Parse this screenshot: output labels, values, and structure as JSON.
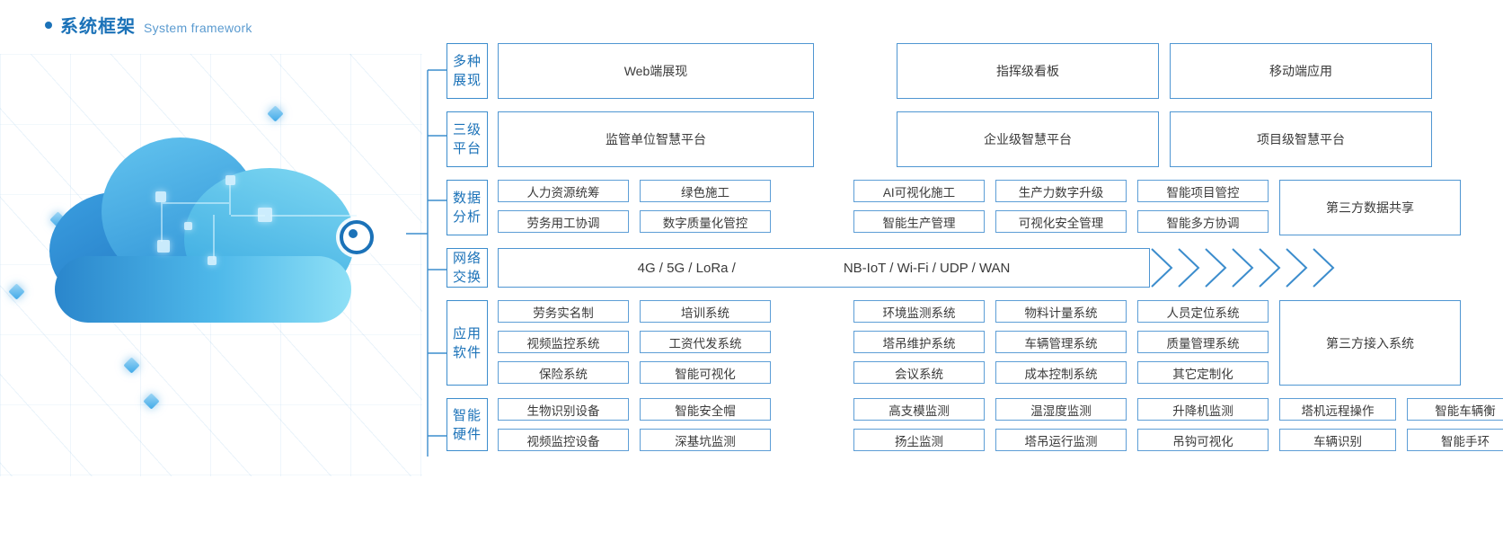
{
  "heading": {
    "title_cn": "系统框架",
    "title_en": "System framework",
    "accent": "#1b72b8"
  },
  "artwork": {
    "name": "cloud-network-illustration",
    "hub_color": "#1b72b8"
  },
  "rows": [
    {
      "key": "display",
      "category": [
        "多种",
        "展现"
      ],
      "boxes": [
        "Web端展现",
        "指挥级看板",
        "移动端应用"
      ]
    },
    {
      "key": "platform",
      "category": [
        "三级",
        "平台"
      ],
      "boxes": [
        "监管单位智慧平台",
        "企业级智慧平台",
        "项目级智慧平台"
      ]
    },
    {
      "key": "data",
      "category": [
        "数据",
        "分析"
      ],
      "left_grid": [
        [
          "人力资源统筹",
          "绿色施工"
        ],
        [
          "劳务用工协调",
          "数字质量化管控"
        ]
      ],
      "right_grid": [
        [
          "AI可视化施工",
          "生产力数字升级",
          "智能项目管控"
        ],
        [
          "智能生产管理",
          "可视化安全管理",
          "智能多方协调"
        ]
      ],
      "tail_box": "第三方数据共享"
    },
    {
      "key": "network",
      "category": [
        "网络",
        "交换"
      ],
      "segments": [
        "4G / 5G / LoRa /",
        "NB-IoT / Wi-Fi / UDP / WAN"
      ],
      "arrow_count": 7
    },
    {
      "key": "application",
      "category": [
        "应用",
        "软件"
      ],
      "left_grid": [
        [
          "劳务实名制",
          "培训系统"
        ],
        [
          "视频监控系统",
          "工资代发系统"
        ],
        [
          "保险系统",
          "智能可视化"
        ]
      ],
      "right_grid": [
        [
          "环境监测系统",
          "物料计量系统",
          "人员定位系统"
        ],
        [
          "塔吊维护系统",
          "车辆管理系统",
          "质量管理系统"
        ],
        [
          "会议系统",
          "成本控制系统",
          "其它定制化"
        ]
      ],
      "tail_box": "第三方接入系统"
    },
    {
      "key": "hardware",
      "category": [
        "智能",
        "硬件"
      ],
      "left_grid": [
        [
          "生物识别设备",
          "智能安全帽"
        ],
        [
          "视频监控设备",
          "深基坑监测"
        ]
      ],
      "right_grid": [
        [
          "高支模监测",
          "温湿度监测",
          "升降机监测",
          "塔机远程操作",
          "智能车辆衡"
        ],
        [
          "扬尘监测",
          "塔吊运行监测",
          "吊钩可视化",
          "车辆识别",
          "智能手环"
        ]
      ]
    }
  ],
  "colors": {
    "border_blue": "#4f96d2",
    "cell_border": "#5d9ed6",
    "text_dark": "#3a3a3a",
    "label_blue": "#1b72b8"
  }
}
